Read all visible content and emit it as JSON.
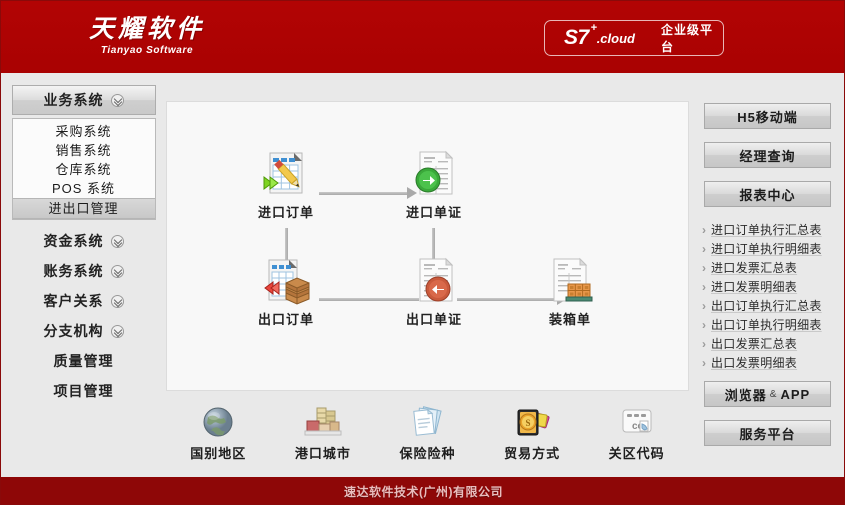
{
  "header": {
    "logo_cn": "天耀软件",
    "logo_en": "Tianyao Software",
    "badge": {
      "product": "S7",
      "plus": "+",
      "suffix": ".cloud",
      "platform": "企业级平台"
    },
    "colors": {
      "brand_red": "#b00303",
      "footer_red": "#8e0707"
    }
  },
  "sidebar": {
    "groups": [
      {
        "label": "业务系统",
        "icon": "chevron-down-icon",
        "expanded": true
      },
      {
        "label": "资金系统",
        "icon": "chevron-down-icon",
        "expanded": false
      },
      {
        "label": "账务系统",
        "icon": "chevron-down-icon",
        "expanded": false
      },
      {
        "label": "客户关系",
        "icon": "chevron-down-icon",
        "expanded": false
      },
      {
        "label": "分支机构",
        "icon": "chevron-down-icon",
        "expanded": false
      },
      {
        "label": "质量管理",
        "icon": null,
        "expanded": false
      },
      {
        "label": "项目管理",
        "icon": null,
        "expanded": false
      }
    ],
    "submenu": [
      {
        "label": "采购系统",
        "selected": false
      },
      {
        "label": "销售系统",
        "selected": false
      },
      {
        "label": "仓库系统",
        "selected": false
      },
      {
        "label": "POS 系统",
        "selected": false
      },
      {
        "label": "进出口管理",
        "selected": true
      }
    ]
  },
  "main": {
    "nodes": [
      {
        "id": "import-order",
        "label": "进口订单",
        "icon": "table-pencil-icon"
      },
      {
        "id": "import-doc",
        "label": "进口单证",
        "icon": "document-green-arrow-icon"
      },
      {
        "id": "export-order",
        "label": "出口订单",
        "icon": "table-box-icon"
      },
      {
        "id": "export-doc",
        "label": "出口单证",
        "icon": "document-red-arrow-icon"
      },
      {
        "id": "packing-list",
        "label": "装箱单",
        "icon": "document-pallet-icon"
      }
    ]
  },
  "bottom_items": [
    {
      "label": "国别地区",
      "icon": "globe-icon"
    },
    {
      "label": "港口城市",
      "icon": "port-buildings-icon"
    },
    {
      "label": "保险险种",
      "icon": "documents-icon"
    },
    {
      "label": "贸易方式",
      "icon": "payment-cards-icon"
    },
    {
      "label": "关区代码",
      "icon": "cc-code-card-icon"
    }
  ],
  "rightbar": {
    "top_buttons": [
      {
        "label": "H5移动端"
      },
      {
        "label": "经理查询"
      },
      {
        "label": "报表中心"
      }
    ],
    "report_links": [
      "进口订单执行汇总表",
      "进口订单执行明细表",
      "进口发票汇总表",
      "进口发票明细表",
      "出口订单执行汇总表",
      "出口订单执行明细表",
      "出口发票汇总表",
      "出口发票明细表"
    ],
    "bottom_buttons": [
      {
        "label_left": "浏览器",
        "amp": "&",
        "label_right": "APP"
      },
      {
        "label": "服务平台"
      }
    ]
  },
  "footer": {
    "text": "速达软件技术(广州)有限公司"
  }
}
